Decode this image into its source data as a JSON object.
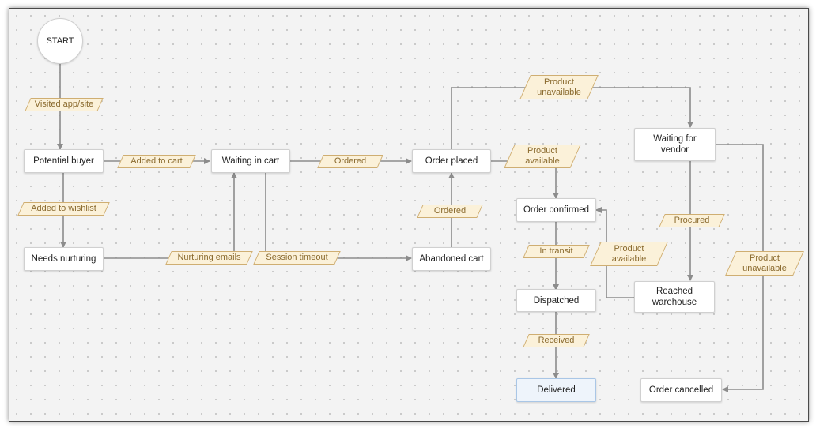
{
  "diagram": {
    "nodes": {
      "start": "START",
      "potential_buyer": "Potential buyer",
      "needs_nurturing": "Needs nurturing",
      "waiting_in_cart": "Waiting in cart",
      "order_placed": "Order placed",
      "abandoned_cart": "Abandoned cart",
      "order_confirmed": "Order confirmed",
      "dispatched": "Dispatched",
      "delivered": "Delivered",
      "waiting_for_vendor_1": "Waiting for",
      "waiting_for_vendor_2": "vendor",
      "reached_warehouse_1": "Reached",
      "reached_warehouse_2": "warehouse",
      "order_cancelled": "Order cancelled"
    },
    "labels": {
      "visited": "Visited app/site",
      "added_to_cart": "Added to cart",
      "added_to_wishlist": "Added to wishlist",
      "nurturing_emails": "Nurturing emails",
      "session_timeout": "Session timeout",
      "ordered_top": "Ordered",
      "ordered_abandoned": "Ordered",
      "product_unavailable_top_1": "Product",
      "product_unavailable_top_2": "unavailable",
      "product_available_1": "Product",
      "product_available_2": "available",
      "in_transit": "In transit",
      "received": "Received",
      "procured": "Procured",
      "product_available_wh_1": "Product",
      "product_available_wh_2": "available",
      "product_unavailable_right_1": "Product",
      "product_unavailable_right_2": "unavailable"
    },
    "colors": {
      "edge": "#8c8c8c",
      "label_fill": "#fbf1d9",
      "label_border": "#cfae72",
      "final_fill": "#eef4fb"
    }
  }
}
